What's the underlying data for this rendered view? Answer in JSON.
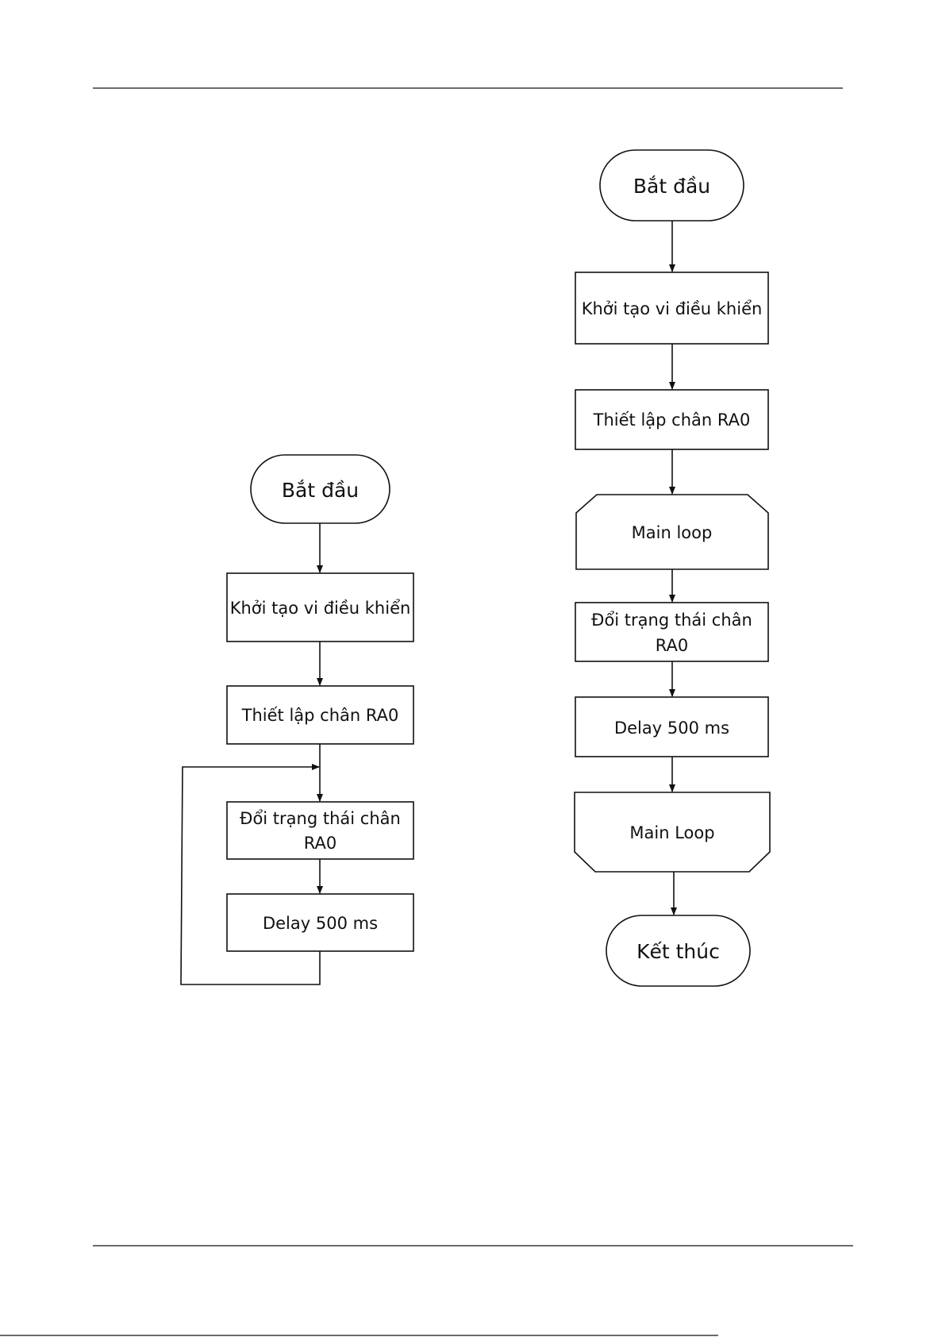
{
  "left_flowchart": {
    "start": "Bắt đầu",
    "init": "Khởi tạo vi điều khiển",
    "setup_pin": "Thiết lập chân RA0",
    "toggle_line1": "Đổi trạng thái chân",
    "toggle_line2": "RA0",
    "delay": "Delay 500 ms"
  },
  "right_flowchart": {
    "start": "Bắt đầu",
    "init": "Khởi tạo vi điều khiển",
    "setup_pin": "Thiết lập chân RA0",
    "loop_start": "Main loop",
    "toggle_line1": "Đổi trạng thái chân",
    "toggle_line2": "RA0",
    "delay": "Delay 500 ms",
    "loop_end": "Main Loop",
    "end": "Kết thúc"
  }
}
